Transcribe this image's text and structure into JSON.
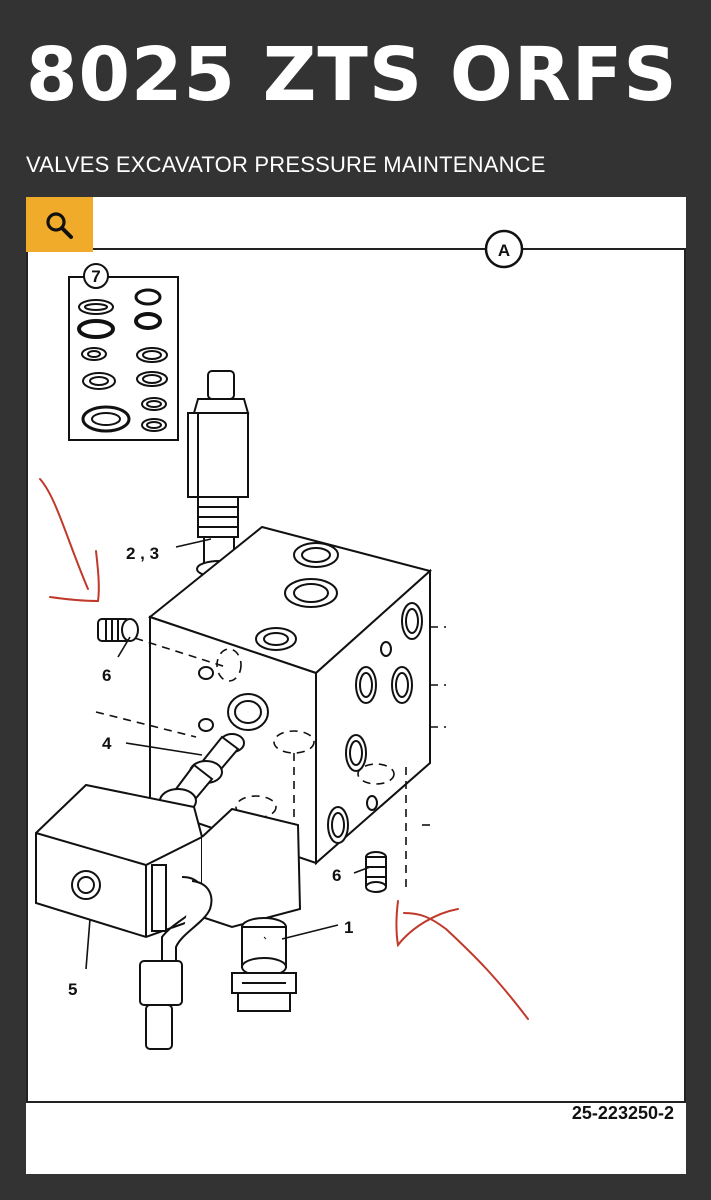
{
  "header": {
    "title": "8025 ZTS ORFS",
    "subtitle": "VALVES EXCAVATOR PRESSURE MAINTENANCE"
  },
  "toolbar": {
    "search_icon": "search-icon",
    "accent_color": "#f0ab2b"
  },
  "diagram": {
    "view_marker": "A",
    "kit_number": "7",
    "callouts": {
      "relief_valve": "2 , 3",
      "plug_left": "6",
      "plug_right": "6",
      "cartridge": "4",
      "solenoid": "5",
      "check_valve": "1"
    },
    "document_number": "25-223250-2",
    "annotation_color": "#c0392b"
  }
}
